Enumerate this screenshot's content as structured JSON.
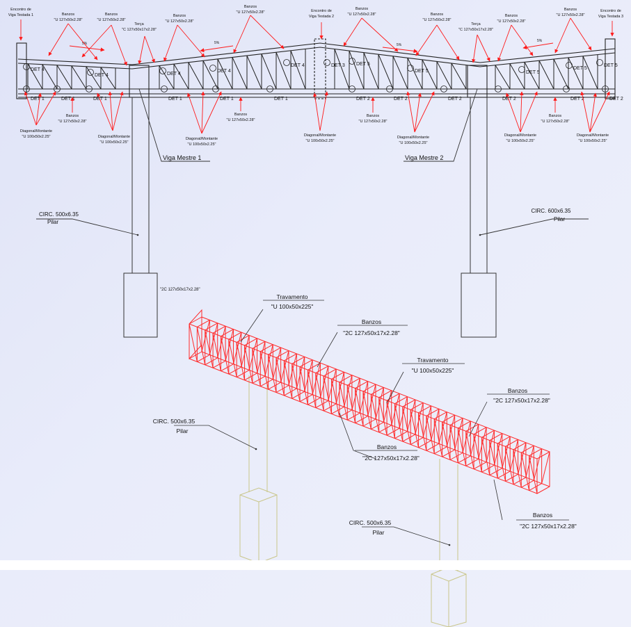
{
  "elevation": {
    "top_labels": [
      {
        "id": "enc1",
        "l1": "Encontro de",
        "l2": "Viga Testada 1"
      },
      {
        "id": "ban1",
        "l1": "Banzos",
        "l2": "\"U 127x50x2.28\""
      },
      {
        "id": "ban2",
        "l1": "Banzos",
        "l2": "\"U 127x50x2.28\""
      },
      {
        "id": "terca1",
        "l1": "Terça",
        "l2": "\"C 127x50x17x2.28\""
      },
      {
        "id": "ban3",
        "l1": "Banzos",
        "l2": "\"U 127x50x2.28\""
      },
      {
        "id": "ban4",
        "l1": "Banzos",
        "l2": "\"U 127x50x2.28\""
      },
      {
        "id": "enc2",
        "l1": "Encontro de",
        "l2": "Viga Testada 2"
      },
      {
        "id": "ban5",
        "l1": "Banzos",
        "l2": "\"U 127x50x2.28\""
      },
      {
        "id": "ban6",
        "l1": "Banzos",
        "l2": "\"U 127x50x2.28\""
      },
      {
        "id": "terca2",
        "l1": "Terça",
        "l2": "\"C 127x50x17x2.28\""
      },
      {
        "id": "ban7",
        "l1": "Banzos",
        "l2": "\"U 127x50x2.28\""
      },
      {
        "id": "ban8",
        "l1": "Banzos",
        "l2": "\"U 127x50x2.28\""
      },
      {
        "id": "enc3",
        "l1": "Encontro de",
        "l2": "Viga Testada 3"
      }
    ],
    "bottom_labels": [
      {
        "id": "diag1",
        "l1": "Diagonal/Montante",
        "l2": "\"U 100x50x2.25\""
      },
      {
        "id": "banb1",
        "l1": "Banzos",
        "l2": "\"U 127x50x2.28\""
      },
      {
        "id": "diag2",
        "l1": "Diagonal/Montante",
        "l2": "\"U 100x50x2.25\""
      },
      {
        "id": "diag3",
        "l1": "Diagonal/Montante",
        "l2": "\"U 100x50x2.25\""
      },
      {
        "id": "banb2",
        "l1": "Banzos",
        "l2": "\"U 127x50x2.28\""
      },
      {
        "id": "diag4",
        "l1": "Diagonal/Montante",
        "l2": "\"U 100x50x2.25\""
      },
      {
        "id": "banb3",
        "l1": "Banzos",
        "l2": "\"U 127x50x2.28\""
      },
      {
        "id": "diag5",
        "l1": "Diagonal/Montante",
        "l2": "\"U 100x50x2.25\""
      },
      {
        "id": "diag6",
        "l1": "Diagonal/Montante",
        "l2": "\"U 100x50x2.25\""
      },
      {
        "id": "banb4",
        "l1": "Banzos",
        "l2": "\"U 127x50x2.28\""
      },
      {
        "id": "diag7",
        "l1": "Diagonal/Montante",
        "l2": "\"U 100x50x2.25\""
      }
    ],
    "det_labels": [
      "DET 4",
      "DET 4",
      "DET 4",
      "DET 4",
      "DET 4",
      "DET 3",
      "DET 5",
      "DET 5",
      "DET 5",
      "DET 5",
      "DET 5",
      "DET 1",
      "DET 1",
      "DET 1",
      "DET 1",
      "DET 1",
      "DET 1",
      "DET 2",
      "DET 2",
      "DET 2",
      "DET 2",
      "DET 2",
      "DET 2"
    ],
    "slopes": [
      "5%",
      "5%",
      "5%",
      "5%"
    ],
    "beam_labels": [
      "Viga Mestre 1",
      "Viga Mestre 2"
    ],
    "pillar_left": {
      "l1": "CIRC. 500x6.35",
      "l2": "Pilar"
    },
    "pillar_right": {
      "l1": "CIRC. 600x6.35",
      "l2": "Pilar"
    },
    "base_note": "\"2C 127x50x17x2.28\""
  },
  "iso": {
    "labels": [
      {
        "id": "trav1",
        "l1": "Travamento",
        "l2": "\"U 100x50x225\""
      },
      {
        "id": "banzos1",
        "l1": "Banzos",
        "l2": "\"2C 127x50x17x2.28\""
      },
      {
        "id": "trav2",
        "l1": "Travamento",
        "l2": "\"U 100x50x225\""
      },
      {
        "id": "banzos2",
        "l1": "Banzos",
        "l2": "\"2C 127x50x17x2.28\""
      },
      {
        "id": "banzos3",
        "l1": "Banzos",
        "l2": "\"2C 127x50x17x2.28\""
      },
      {
        "id": "banzos4",
        "l1": "Banzos",
        "l2": "\"2C 127x50x17x2.28\""
      }
    ],
    "pillar1": {
      "l1": "CIRC. 500x6.35",
      "l2": "Pilar"
    },
    "pillar2": {
      "l1": "CIRC. 500x6.35",
      "l2": "Pilar"
    }
  },
  "colors": {
    "annotation": "#ff1a1a",
    "structure": "#222222",
    "iso_truss": "#ff2a2a",
    "iso_pillar": "#c9c68a"
  }
}
